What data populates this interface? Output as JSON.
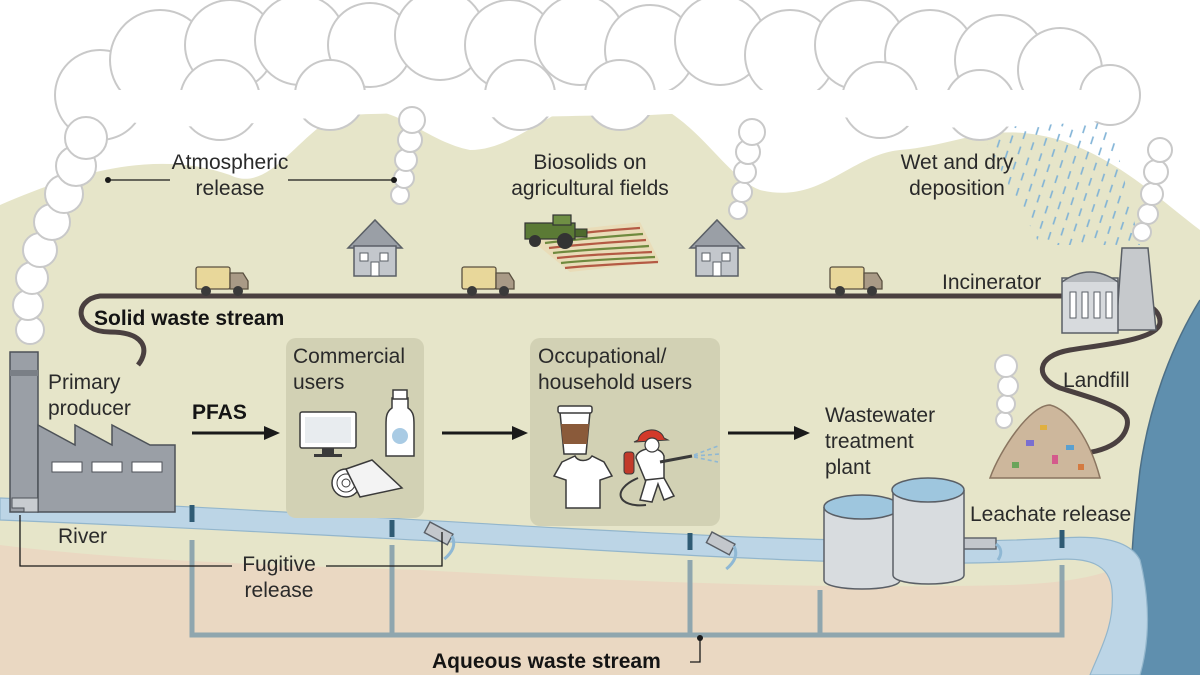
{
  "labels": {
    "atmospheric_release": "Atmospheric\nrelease",
    "biosolids": "Biosolids on\nagricultural fields",
    "wet_dry_deposition": "Wet and dry\ndeposition",
    "incinerator": "Incinerator",
    "solid_waste_stream": "Solid waste stream",
    "primary_producer": "Primary\nproducer",
    "pfas": "PFAS",
    "commercial_users": "Commercial\nusers",
    "occupational_household_users": "Occupational/\nhousehold users",
    "wastewater_treatment_plant": "Wastewater\ntreatment\nplant",
    "landfill": "Landfill",
    "leachate_release": "Leachate release",
    "river": "River",
    "fugitive_release": "Fugitive\nrelease",
    "aqueous_waste_stream": "Aqueous waste stream"
  },
  "colors": {
    "hills": "#e6e5c9",
    "ground": "#ead8c2",
    "river": "#bcd5e6",
    "sea": "#5f8fae",
    "stream_pipe": "#4a4040",
    "aqueous_pipe": "#8fa6ae",
    "cloud": "#ffffff",
    "truck": "#e8d79a"
  },
  "icons": [
    "computer-icon",
    "detergent-bottle-icon",
    "carpet-roll-icon",
    "coffee-cup-icon",
    "tshirt-icon",
    "firefighter-icon",
    "tractor-icon",
    "house-icon",
    "truck-icon",
    "factory-icon",
    "incinerator-icon",
    "landfill-icon",
    "wastewater-tank-icon",
    "drain-pipe-icon"
  ]
}
